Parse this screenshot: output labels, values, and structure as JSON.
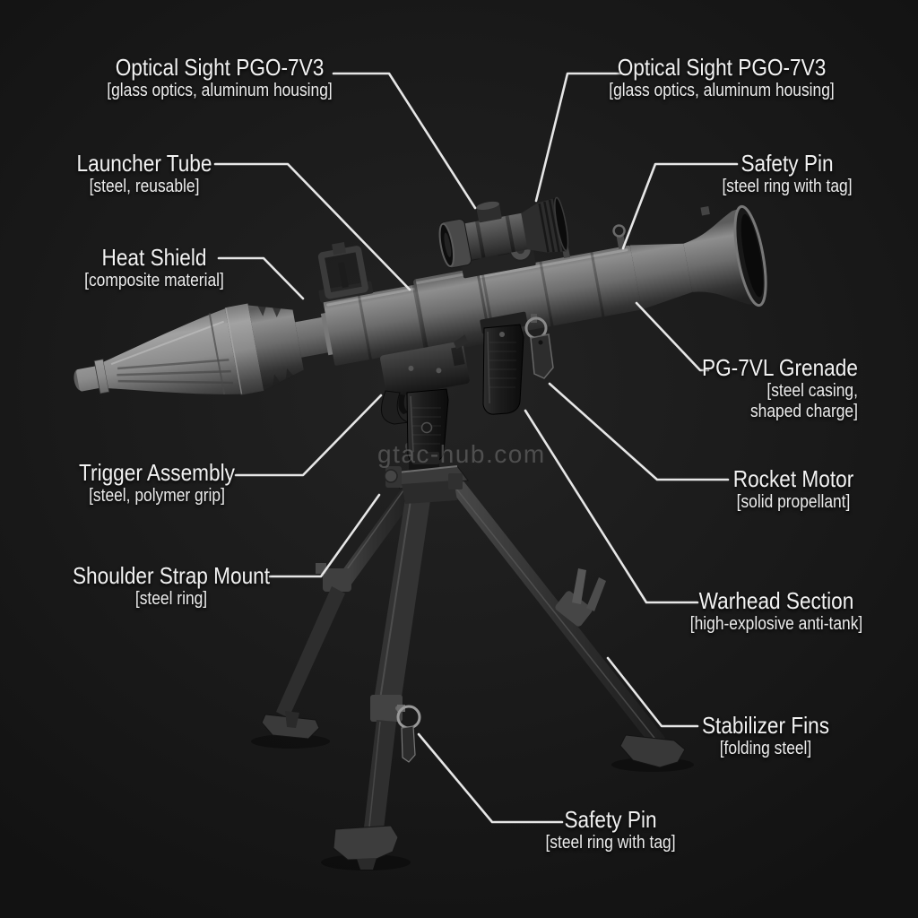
{
  "watermark": "gtac-hub.com",
  "subject_icon": "rpg-7-launcher-on-tripod-illustration",
  "colors": {
    "background_center": "#232323",
    "background_edge": "#121212",
    "label_text": "#f2f2f2",
    "leader_line": "#e6e6e6",
    "watermark_text": "#9a9a9a"
  },
  "labels": {
    "optical_sight_left": {
      "title": "Optical Sight PGO-7V3",
      "sub": "[glass optics, aluminum housing]"
    },
    "optical_sight_right": {
      "title": "Optical Sight PGO-7V3",
      "sub": "[glass optics, aluminum housing]"
    },
    "launcher_tube": {
      "title": "Launcher Tube",
      "sub": "[steel, reusable]"
    },
    "safety_pin_top": {
      "title": "Safety Pin",
      "sub": "[steel ring with tag]"
    },
    "heat_shield": {
      "title": "Heat Shield",
      "sub": "[composite material]"
    },
    "pg_7vl_grenade": {
      "title": "PG-7VL Grenade",
      "sub": "[steel casing,",
      "sub2": "shaped charge]"
    },
    "trigger_assembly": {
      "title": "Trigger Assembly",
      "sub": "[steel, polymer grip]"
    },
    "rocket_motor": {
      "title": "Rocket Motor",
      "sub": "[solid propellant]"
    },
    "shoulder_strap_mount": {
      "title": "Shoulder Strap Mount",
      "sub": "[steel ring]"
    },
    "warhead_section": {
      "title": "Warhead Section",
      "sub": "[high-explosive anti-tank]"
    },
    "stabilizer_fins": {
      "title": "Stabilizer Fins",
      "sub": "[folding steel]"
    },
    "safety_pin_bottom": {
      "title": "Safety Pin",
      "sub": "[steel ring with tag]"
    }
  }
}
